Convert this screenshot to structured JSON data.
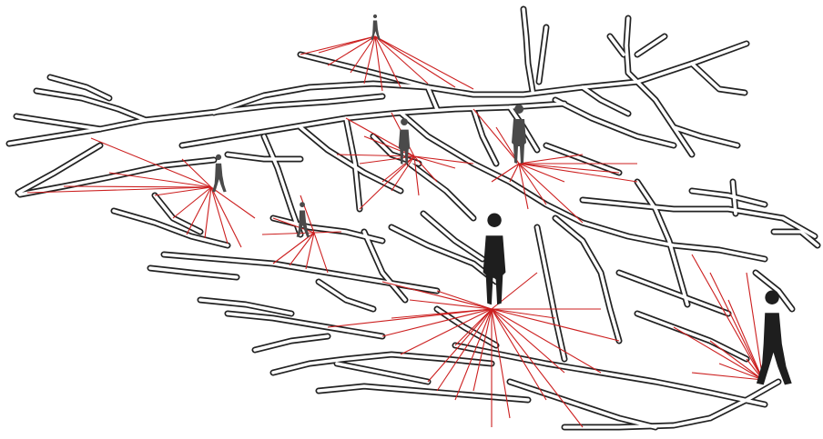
{
  "colors": {
    "background": "#ffffff",
    "street_outline": "#222222",
    "street_fill": "#ffffff",
    "sight_line": "#cc1f1f",
    "figure_dark": "#1e1e1e",
    "figure_mid": "#4a4a4a",
    "figure_light": "#8a8a8a"
  },
  "observers": [
    {
      "name": "observer-top",
      "icon": "walking-person-icon",
      "rays": 10
    },
    {
      "name": "observer-left",
      "icon": "walking-person-icon",
      "rays": 12
    },
    {
      "name": "observer-left-middle",
      "icon": "walking-person-icon",
      "rays": 8
    },
    {
      "name": "observer-upper-center",
      "icon": "standing-person-icon",
      "rays": 12
    },
    {
      "name": "observer-upper-right",
      "icon": "standing-person-icon",
      "rays": 12
    },
    {
      "name": "observer-center",
      "icon": "standing-person-icon",
      "rays": 22
    },
    {
      "name": "observer-right",
      "icon": "walking-person-icon",
      "rays": 9
    }
  ]
}
